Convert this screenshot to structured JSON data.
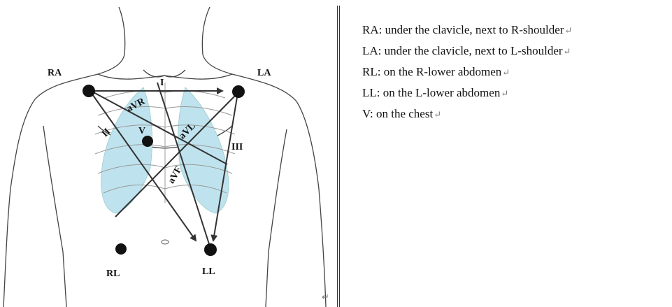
{
  "diagram": {
    "electrodes": {
      "ra": "RA",
      "la": "LA",
      "rl": "RL",
      "ll": "LL",
      "v": "V"
    },
    "leads": {
      "i": "I",
      "ii": "II",
      "iii": "III",
      "avr": "aVR",
      "avl": "aVL",
      "avf": "aVF"
    },
    "colors": {
      "lung": "#bfe3ee",
      "line": "#333333",
      "electrode": "#111111"
    }
  },
  "legend": {
    "items": [
      {
        "text": "RA: under the clavicle, next to R-shoulder"
      },
      {
        "text": "LA: under the clavicle, next to L-shoulder"
      },
      {
        "text": "RL: on the R-lower abdomen"
      },
      {
        "text": "LL: on the L-lower abdomen"
      },
      {
        "text": "V: on the chest"
      }
    ],
    "para_mark": "↵"
  }
}
